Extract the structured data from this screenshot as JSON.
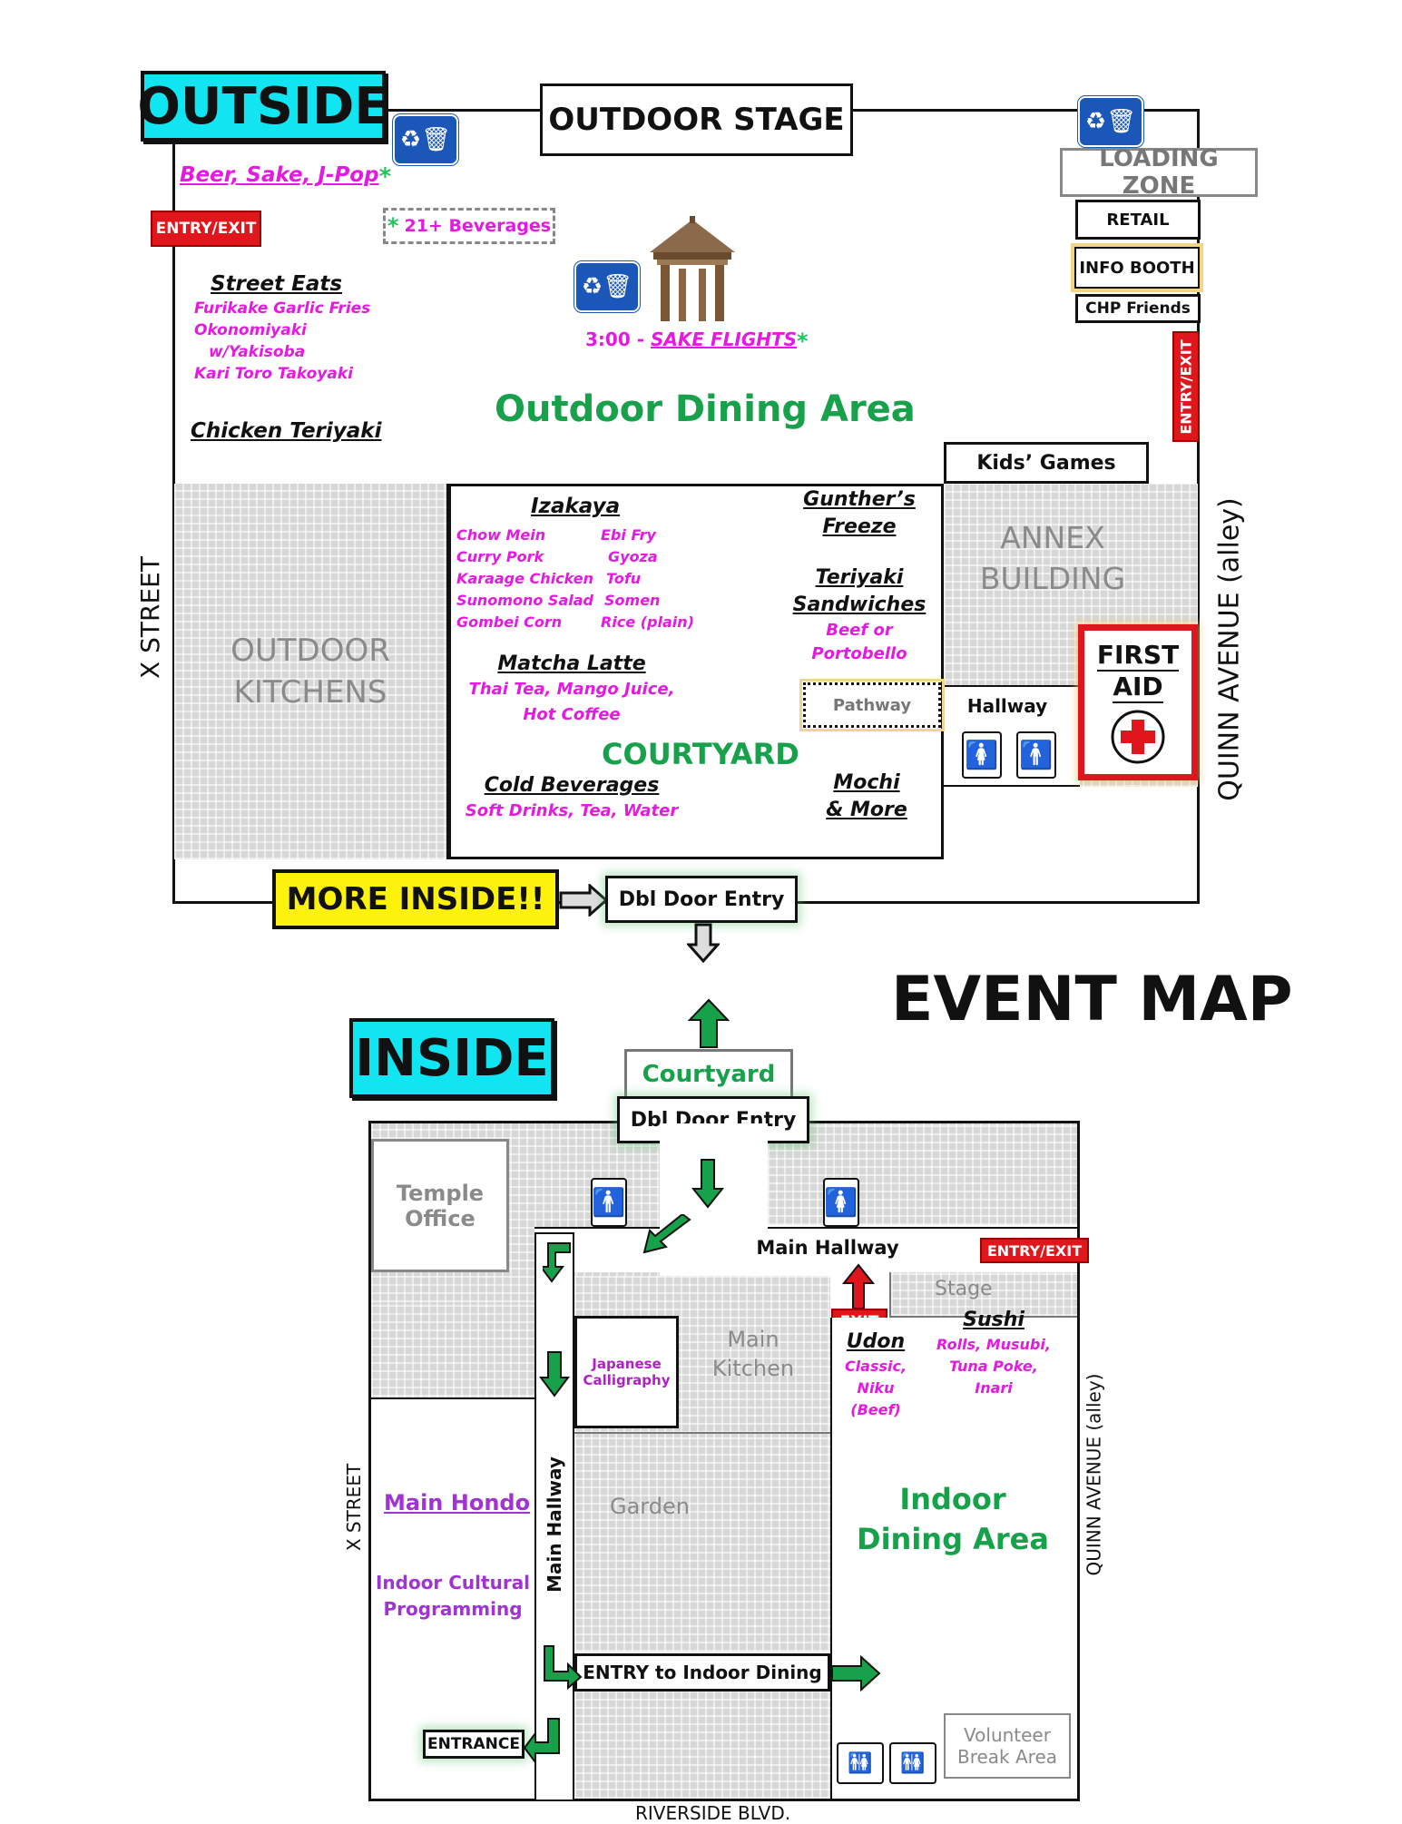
{
  "outside": {
    "header": "OUTSIDE",
    "outdoor_stage": "OUTDOOR STAGE",
    "loading_zone": "LOADING ZONE",
    "retail": "RETAIL",
    "info_booth": "INFO BOOTH",
    "chp_friends": "CHP Friends",
    "entry_exit_left": "ENTRY/EXIT",
    "entry_exit_right": "ENTRY/EXIT",
    "beer_label": "Beer, Sake, J-Pop",
    "beverages_21": "21+ Beverages",
    "asterisk": "*",
    "street_eats": {
      "title": "Street Eats",
      "items": [
        "Furikake Garlic Fries",
        "Okonomiyaki",
        "w/Yakisoba",
        "Kari Toro Takoyaki"
      ]
    },
    "chicken_teriyaki": "Chicken Teriyaki",
    "sake_time": "3:00 - ",
    "sake_flights": "SAKE FLIGHTS",
    "outdoor_dining": "Outdoor Dining Area",
    "kids_games": "Kids’ Games",
    "annex": [
      "ANNEX",
      "BUILDING"
    ],
    "first_aid": [
      "FIRST",
      "AID"
    ],
    "hallway": "Hallway",
    "pathway": "Pathway",
    "outdoor_kitchens": [
      "OUTDOOR",
      "KITCHENS"
    ],
    "x_street": "X STREET",
    "quinn_avenue": "QUINN AVENUE (alley)",
    "izakaya": {
      "title": "Izakaya",
      "col1": [
        "Chow Mein",
        "Curry Pork",
        "Karaage Chicken",
        "Sunomono Salad",
        "Gombei Corn"
      ],
      "col2": [
        "Ebi Fry",
        "Gyoza",
        "Tofu",
        "Somen",
        "Rice (plain)"
      ]
    },
    "gunthers": [
      "Gunther’s",
      "Freeze"
    ],
    "teriyaki_sandwiches": {
      "title": [
        "Teriyaki",
        "Sandwiches"
      ],
      "items": [
        "Beef or",
        "Portobello"
      ]
    },
    "matcha": {
      "title": "Matcha Latte",
      "items": [
        "Thai Tea, Mango Juice,",
        "Hot Coffee"
      ]
    },
    "courtyard": "COURTYARD",
    "cold_beverages": {
      "title": "Cold Beverages",
      "items": [
        "Soft Drinks, Tea, Water"
      ]
    },
    "mochi": [
      "Mochi",
      "& More"
    ],
    "more_inside": "MORE INSIDE!!",
    "dbl_door_entry": "Dbl Door Entry"
  },
  "event_map_title": "EVENT MAP",
  "inside": {
    "header": "INSIDE",
    "courtyard_btn": "Courtyard",
    "dbl_door_entry": "Dbl Door Entry",
    "temple_office": [
      "Temple",
      "Office"
    ],
    "main_hallway_top": "Main Hallway",
    "main_hallway_side": "Main Hallway",
    "entry_exit": "ENTRY/EXIT",
    "exit": "EXIT",
    "stage": "Stage",
    "japanese_calligraphy": [
      "Japanese",
      "Calligraphy"
    ],
    "main_kitchen": [
      "Main",
      "Kitchen"
    ],
    "garden": "Garden",
    "udon": {
      "title": "Udon",
      "items": [
        "Classic,",
        "Niku",
        "(Beef)"
      ]
    },
    "sushi": {
      "title": "Sushi",
      "items": [
        "Rolls, Musubi,",
        "Tuna Poke,",
        "Inari"
      ]
    },
    "indoor_dining": [
      "Indoor",
      "Dining Area"
    ],
    "main_hondo": "Main Hondo",
    "indoor_cultural": [
      "Indoor Cultural",
      "Programming"
    ],
    "entry_indoor_dining": "ENTRY to Indoor Dining",
    "entrance": "ENTRANCE",
    "volunteer_break": [
      "Volunteer",
      "Break Area"
    ],
    "x_street": "X STREET",
    "quinn_avenue": "QUINN AVENUE (alley)",
    "riverside": "RIVERSIDE BLVD."
  },
  "colors": {
    "cyan_header": "#12e5f2",
    "pink_food": "#e51ae0",
    "green_label": "#16a14a",
    "red_tag": "#e0161d",
    "yellow_sign": "#fdf20e"
  },
  "icons": [
    "trash-recycle-icon",
    "pagoda-gate-icon",
    "first-aid-cross-icon",
    "male-restroom-icon",
    "female-restroom-icon",
    "family-restroom-icon",
    "arrow-icon"
  ]
}
